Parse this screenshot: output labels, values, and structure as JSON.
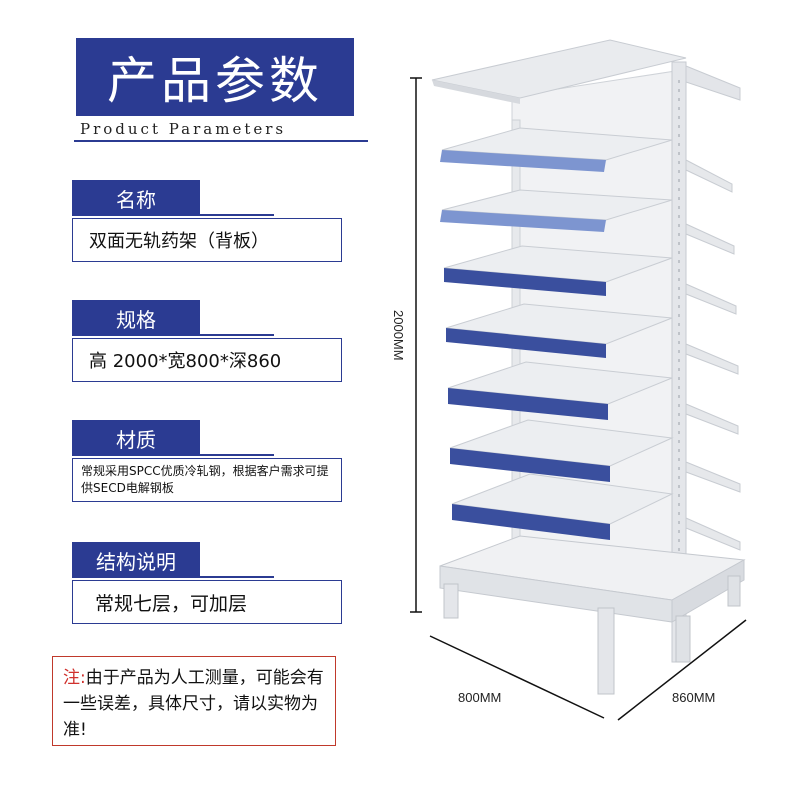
{
  "header": {
    "title_cn": "产品参数",
    "title_en": "Product Parameters"
  },
  "sections": {
    "name": {
      "label": "名称",
      "value": "双面无轨药架（背板）"
    },
    "spec": {
      "label": "规格",
      "value": "高 2000*宽800*深860"
    },
    "material": {
      "label": "材质",
      "value": "常规采用SPCC优质冷轧钢，根据客户需求可提供SECD电解钢板"
    },
    "structure": {
      "label": "结构说明",
      "value": "常规七层，可加层"
    }
  },
  "note": {
    "label": "注:",
    "text": "由于产品为人工测量，可能会有一些误差，具体尺寸，请以实物为准!"
  },
  "dimensions": {
    "height": "2000MM",
    "width": "800MM",
    "depth": "860MM"
  },
  "colors": {
    "brand_blue": "#2b3b92",
    "note_red": "#d0312d",
    "shelf_white": "#eceef0",
    "shelf_edge_blue": "#3a4f9e"
  }
}
